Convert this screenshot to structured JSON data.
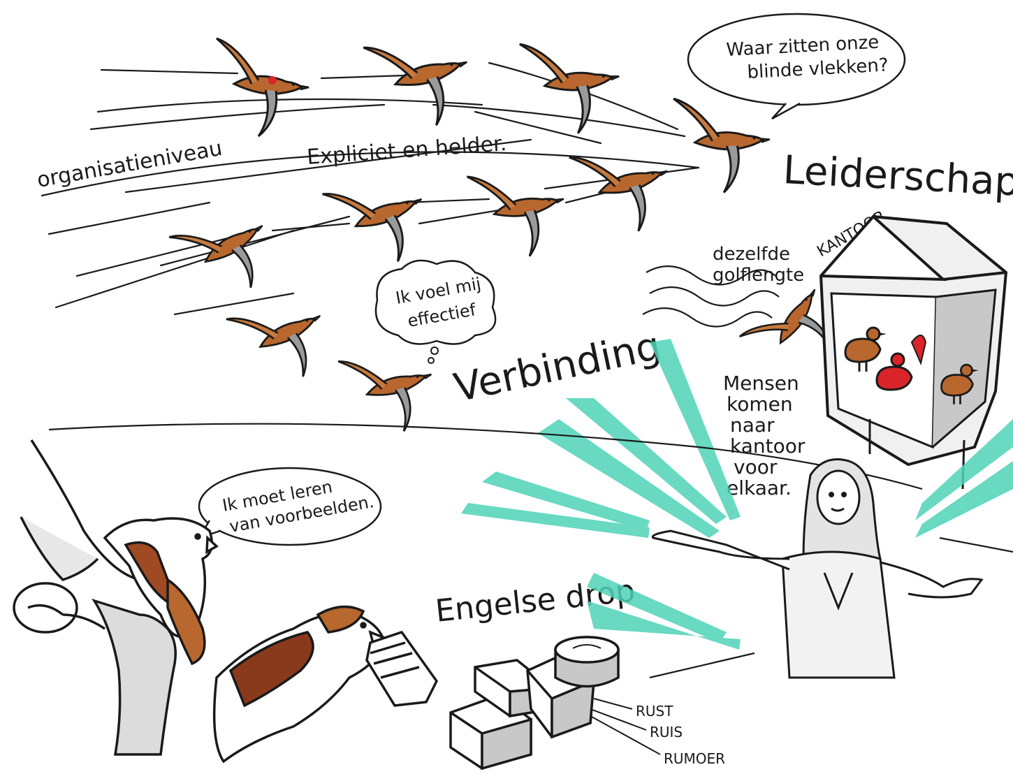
{
  "labels": {
    "organisatie": "organisatieniveau",
    "expliciet": "Expliciet en helder.",
    "leiderschap": "Leiderschap",
    "verbinding": "Verbinding",
    "dezelfde_line1": "dezelfde",
    "dezelfde_line2": "golflengte",
    "kantoor": "KANTOOR",
    "mensen": [
      "Mensen",
      "komen",
      "naar",
      "kantoor",
      "voor",
      "elkaar."
    ],
    "engelse_drop": "Engelse drop",
    "candy_labels": [
      "RUST",
      "RUIS",
      "RUMOER"
    ]
  },
  "bubbles": {
    "blinde_line1": "Waar zitten onze",
    "blinde_line2": "blinde vlekken?",
    "effectief_line1": "Ik voel mij",
    "effectief_line2": "effectief",
    "leren_line1": "Ik moet leren",
    "leren_line2": "van voorbeelden."
  },
  "colors": {
    "ink": "#1a1a1a",
    "bird_brown": "#b8672e",
    "bird_dark": "#8a3a1c",
    "accent_red": "#d9252a",
    "teal": "#4fd3b8",
    "shadow_gray": "#c8c8c8"
  },
  "icons": {
    "flying_bird": "bird-icon",
    "owl": "owl-icon",
    "office_house": "house-icon",
    "candy_box": "candy-box-icon",
    "woman": "person-icon"
  }
}
